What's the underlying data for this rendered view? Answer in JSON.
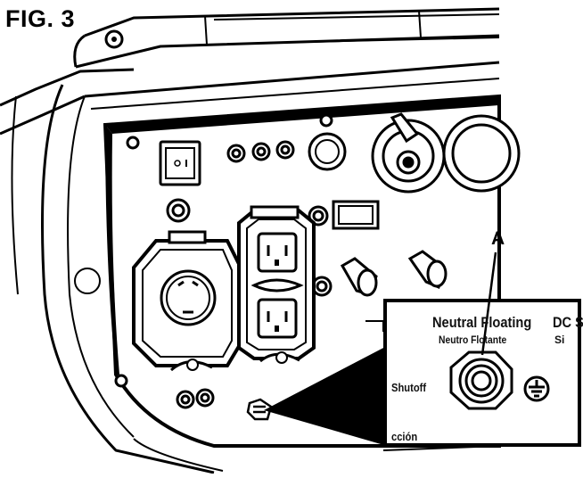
{
  "figure": {
    "title": "FIG. 3",
    "callout": "A"
  },
  "inset": {
    "neutral_label": "Neutral Floating",
    "neutro_label": "Neutro Flotante",
    "dc_label": "DC S",
    "dc_sub_label": "Si",
    "shutoff_label": "Shutoff",
    "accion_label": "cción"
  },
  "icons": {
    "ground": "ground-symbol-icon",
    "terminal": "neutral-ground-terminal-icon"
  }
}
